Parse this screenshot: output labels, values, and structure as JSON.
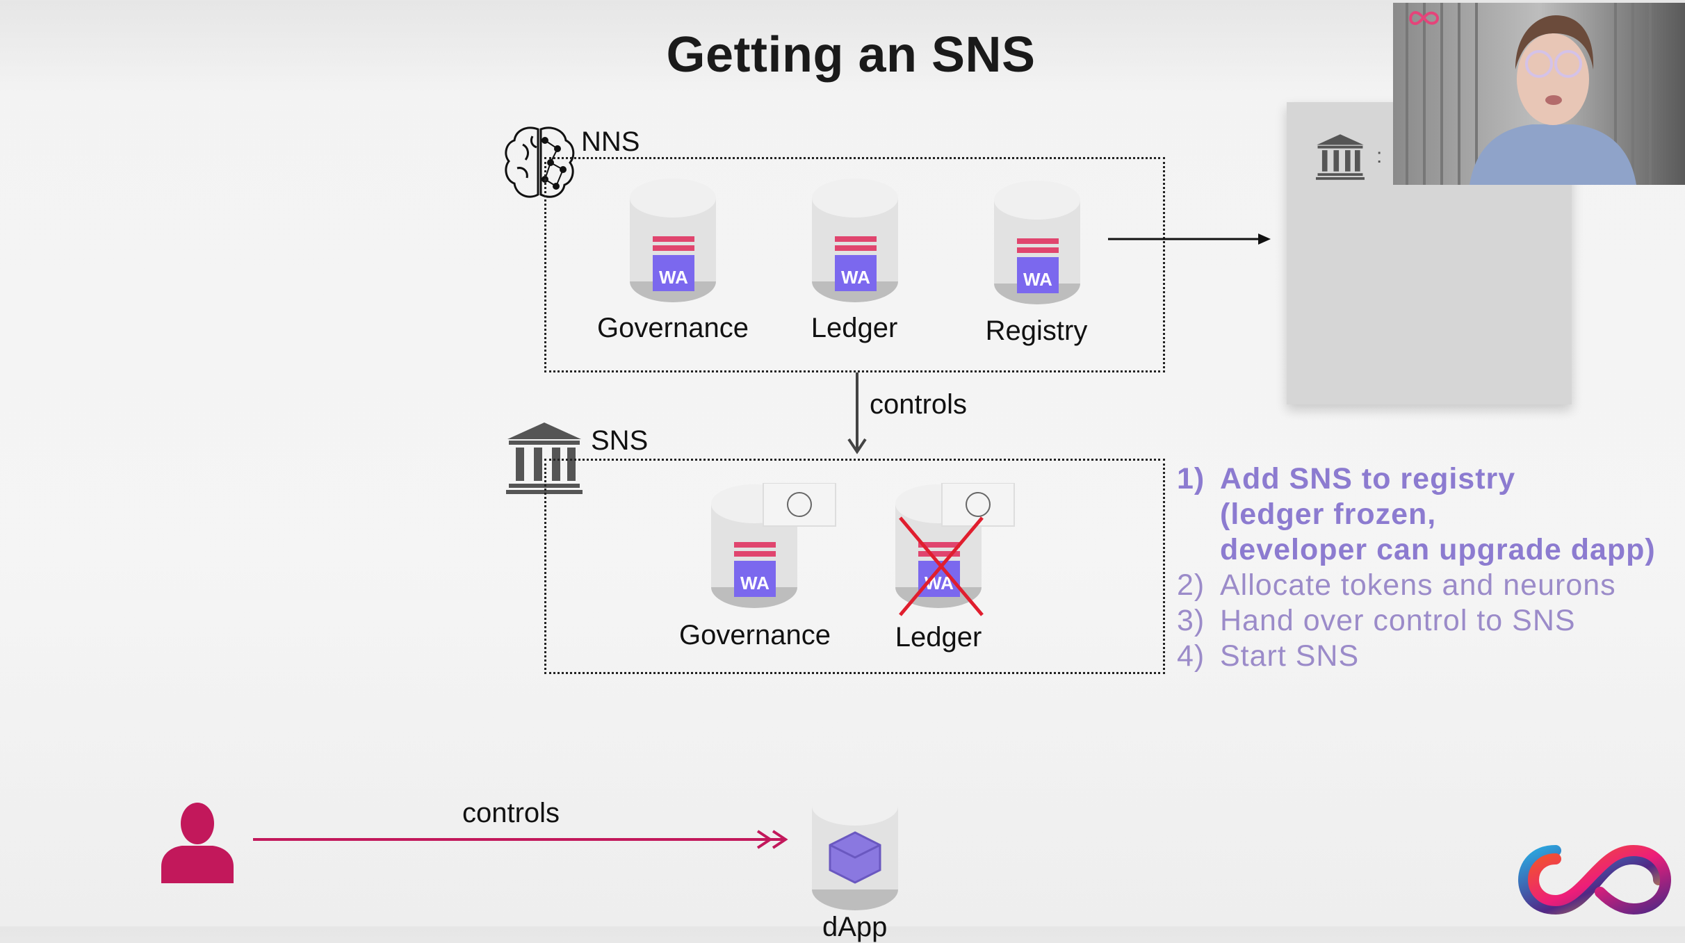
{
  "slide": {
    "title": "Getting an SNS"
  },
  "nns": {
    "label": "NNS",
    "canisters": [
      "Governance",
      "Ledger",
      "Registry"
    ],
    "canister_badge": "WA"
  },
  "controls_label": "controls",
  "sns": {
    "label": "SNS",
    "canisters": [
      "Governance",
      "Ledger"
    ],
    "canister_badge": "WA"
  },
  "steps": [
    {
      "num": "1)",
      "lines": [
        "Add SNS to registry",
        "(ledger frozen,",
        "developer can upgrade dapp)"
      ],
      "highlight": true
    },
    {
      "num": "2)",
      "lines": [
        "Allocate tokens and neurons"
      ],
      "highlight": false
    },
    {
      "num": "3)",
      "lines": [
        "Hand over control to SNS"
      ],
      "highlight": false
    },
    {
      "num": "4)",
      "lines": [
        "Start SNS"
      ],
      "highlight": false
    }
  ],
  "bottom": {
    "controls_label": "controls",
    "dapp_label": "dApp"
  },
  "colors": {
    "accent_purple": "#8c7bd0",
    "user_magenta": "#c2185b",
    "canister_gray": "#d9d9d9",
    "wa_purple": "#7b68ee",
    "wa_stripe": "#e0456e"
  },
  "icons": [
    "brain-icon",
    "temple-icon",
    "user-icon",
    "dfinity-logo-icon"
  ]
}
